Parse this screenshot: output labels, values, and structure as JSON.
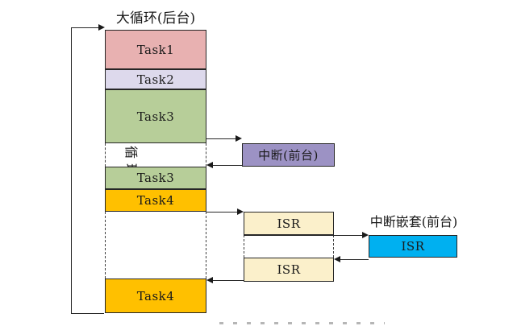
{
  "diagram": {
    "title": "大循环(后台)",
    "loop_label": "无限循环",
    "stack": {
      "segments": [
        {
          "label": "Task1",
          "color": "#E8B1B1"
        },
        {
          "label": "Task2",
          "color": "#DDD9EC"
        },
        {
          "label": "Task3",
          "color": "#B7CE99"
        },
        {
          "label": "Task3",
          "color": "#B7CE99"
        },
        {
          "label": "Task4",
          "color": "#FFC000"
        },
        {
          "label": "Task4",
          "color": "#FFC000"
        }
      ]
    },
    "foreground": {
      "interrupt_label": "中断(前台)",
      "interrupt_color": "#9C92C4",
      "isr_top_label": "ISR",
      "isr_bottom_label": "ISR",
      "isr_color": "#FBF0CB",
      "nested_title": "中断嵌套(前台)",
      "nested_isr_label": "ISR",
      "nested_isr_color": "#00B0F0"
    },
    "line_color": "#262626"
  }
}
